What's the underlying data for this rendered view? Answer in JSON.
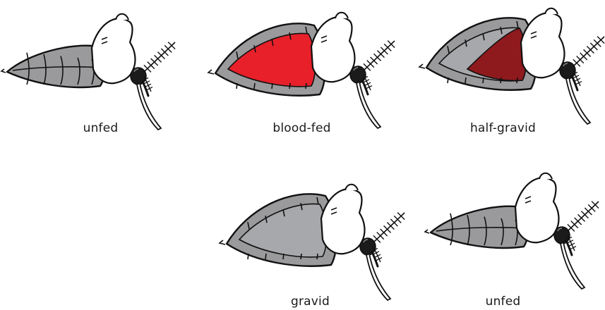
{
  "stages": [
    {
      "label": "unfed",
      "abdomen": "empty"
    },
    {
      "label": "blood-fed",
      "abdomen": "blood"
    },
    {
      "label": "half-gravid",
      "abdomen": "half"
    },
    {
      "label": "gravid",
      "abdomen": "gravid"
    },
    {
      "label": "unfed",
      "abdomen": "empty"
    }
  ],
  "colors": {
    "outline": "#111111",
    "segment_gray": "#9a9a9c",
    "blood_red": "#e8202a",
    "dark_blood": "#8f1a1d",
    "egg_gray": "#a7a8ab"
  }
}
